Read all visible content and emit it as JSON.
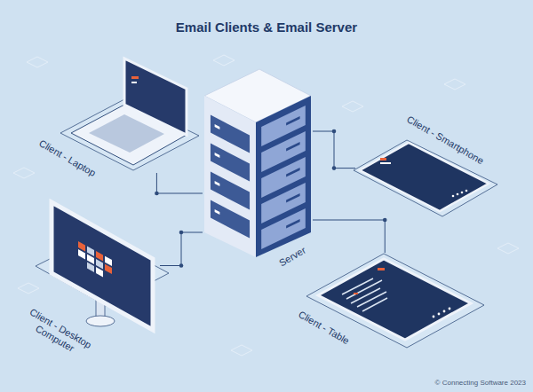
{
  "diagram": {
    "title": "Email Clients & Email Server",
    "caption": "© Connecting Software 2023",
    "nodes": [
      {
        "text": [
          "Client - Laptop"
        ]
      },
      {
        "text": [
          "Server"
        ]
      },
      {
        "text": [
          "Client - Smartphone"
        ]
      },
      {
        "text": [
          "Client - Desktop Computer"
        ]
      },
      {
        "text": [
          "Client - Table"
        ]
      }
    ],
    "edges": [
      {
        "from": 1,
        "to": 0,
        "arrow": "none"
      },
      {
        "from": 1,
        "to": 2,
        "arrow": "none"
      },
      {
        "from": 1,
        "to": 3,
        "arrow": "none"
      },
      {
        "from": 1,
        "to": 4,
        "arrow": "none"
      }
    ]
  }
}
